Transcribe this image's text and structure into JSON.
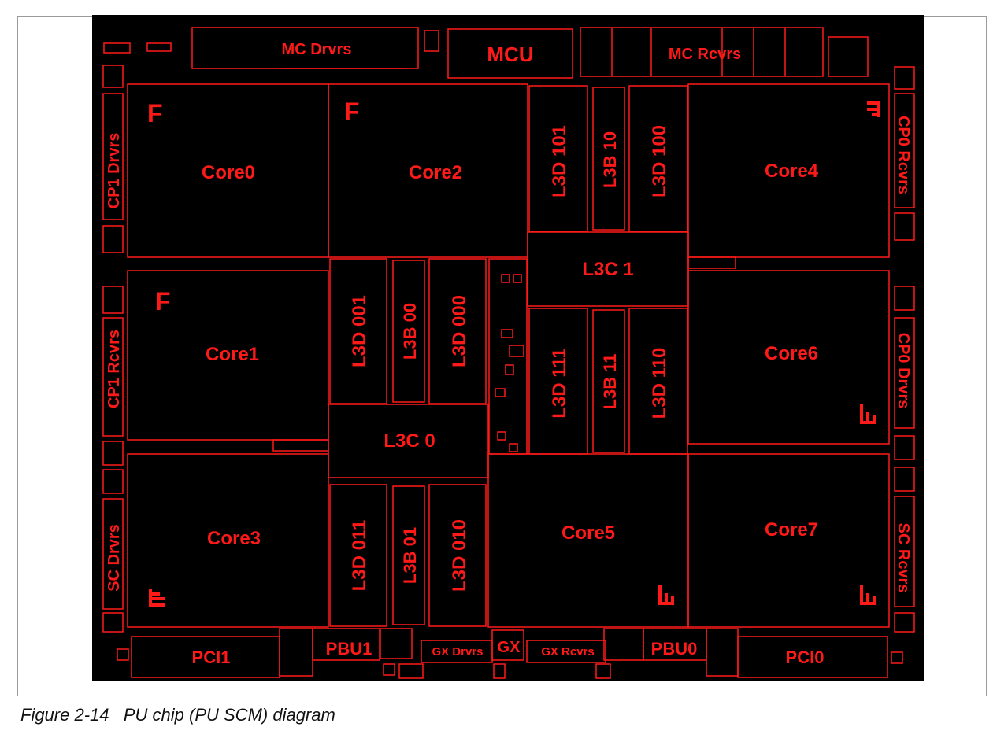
{
  "colors": {
    "die": "#000000",
    "outline": "#ff1a1a",
    "label": "#ff1a1a",
    "frame": "#9a9a9a"
  },
  "caption": {
    "number": "Figure 2-14",
    "title": "PU chip (PU SCM) diagram"
  },
  "blocks": {
    "mc_drvrs": "MC Drvrs",
    "mcu": "MCU",
    "mc_rcvrs": "MC Rcvrs",
    "core0": "Core0",
    "core1": "Core1",
    "core2": "Core2",
    "core3": "Core3",
    "core4": "Core4",
    "core5": "Core5",
    "core6": "Core6",
    "core7": "Core7",
    "l3d_101": "L3D 101",
    "l3b_10": "L3B 10",
    "l3d_100": "L3D 100",
    "l3c_1": "L3C 1",
    "l3d_111": "L3D 111",
    "l3b_11": "L3B 11",
    "l3d_110": "L3D 110",
    "l3d_001": "L3D 001",
    "l3b_00": "L3B 00",
    "l3d_000": "L3D 000",
    "l3c_0": "L3C 0",
    "l3d_011": "L3D 011",
    "l3b_01": "L3B 01",
    "l3d_010": "L3D 010",
    "cp1_drvrs": "CP1 Drvrs",
    "cp1_rcvrs": "CP1 Rcvrs",
    "sc_drvrs": "SC Drvrs",
    "cp0_rcvrs": "CP0 Rcvrs",
    "cp0_drvrs": "CP0 Drvrs",
    "sc_rcvrs": "SC Rcvrs",
    "pci1": "PCI1",
    "pbu1": "PBU1",
    "gx_drvrs": "GX Drvrs",
    "gx": "GX",
    "gx_rcvrs": "GX Rcvrs",
    "pbu0": "PBU0",
    "pci0": "PCI0"
  },
  "markers": {
    "f": "F"
  }
}
